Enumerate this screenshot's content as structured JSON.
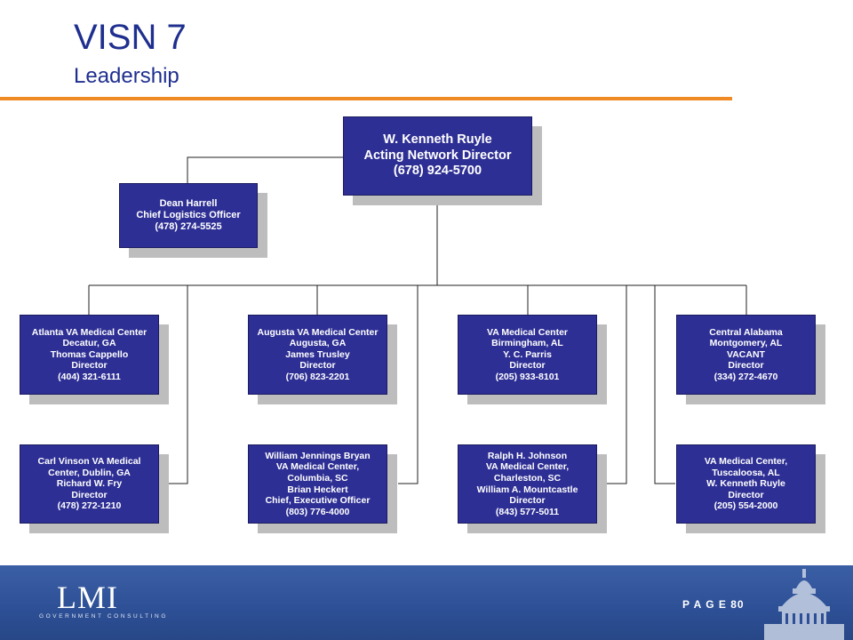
{
  "header": {
    "title": "VISN 7",
    "subtitle": "Leadership"
  },
  "org": {
    "director": [
      "W. Kenneth Ruyle",
      "Acting Network Director",
      "(678) 924-5700"
    ],
    "logistics": [
      "Dean Harrell",
      "Chief Logistics Officer",
      "(478) 274-5525"
    ],
    "atlanta": [
      "Atlanta VA Medical Center",
      "Decatur, GA",
      "Thomas Cappello",
      "Director",
      "(404) 321-6111"
    ],
    "augusta": [
      "Augusta VA Medical Center",
      "Augusta, GA",
      "James Trusley",
      "Director",
      "(706) 823-2201"
    ],
    "birmingham": [
      "VA Medical Center",
      "Birmingham, AL",
      "Y. C. Parris",
      "Director",
      "(205) 933-8101"
    ],
    "central_alabama": [
      "Central Alabama",
      "Montgomery, AL",
      "VACANT",
      "Director",
      "(334) 272-4670"
    ],
    "dublin": [
      "Carl Vinson VA Medical",
      "Center, Dublin, GA",
      "Richard W. Fry",
      "Director",
      "(478) 272-1210"
    ],
    "columbia": [
      "William Jennings Bryan",
      "VA Medical Center,",
      "Columbia, SC",
      "Brian Heckert",
      "Chief, Executive Officer",
      "(803) 776-4000"
    ],
    "charleston": [
      "Ralph H. Johnson",
      "VA Medical Center,",
      "Charleston, SC",
      "William A. Mountcastle",
      "Director",
      "(843) 577-5011"
    ],
    "tuscaloosa": [
      "VA Medical Center,",
      "Tuscaloosa, AL",
      "W. Kenneth Ruyle",
      "Director",
      "(205) 554-2000"
    ]
  },
  "footer": {
    "logo": "LMI",
    "logo_tagline": "GOVERNMENT CONSULTING",
    "page_label": "P A G E",
    "page_number": "80"
  },
  "colors": {
    "accent": "#f08a24",
    "box": "#2e2f94",
    "title": "#1f2f8f",
    "footer": "#2d4f95"
  }
}
